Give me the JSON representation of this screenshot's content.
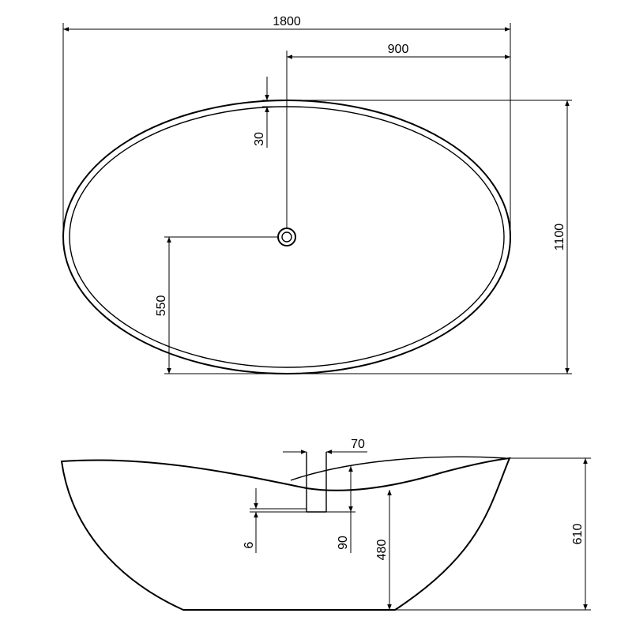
{
  "top_view": {
    "dim_length": "1800",
    "dim_half_length": "900",
    "dim_rim": "30",
    "dim_width": "1100",
    "dim_half_width": "550"
  },
  "side_view": {
    "dim_overflow_width": "70",
    "dim_edge": "6",
    "dim_overflow_depth": "90",
    "dim_inner_height": "480",
    "dim_total_height": "610"
  }
}
